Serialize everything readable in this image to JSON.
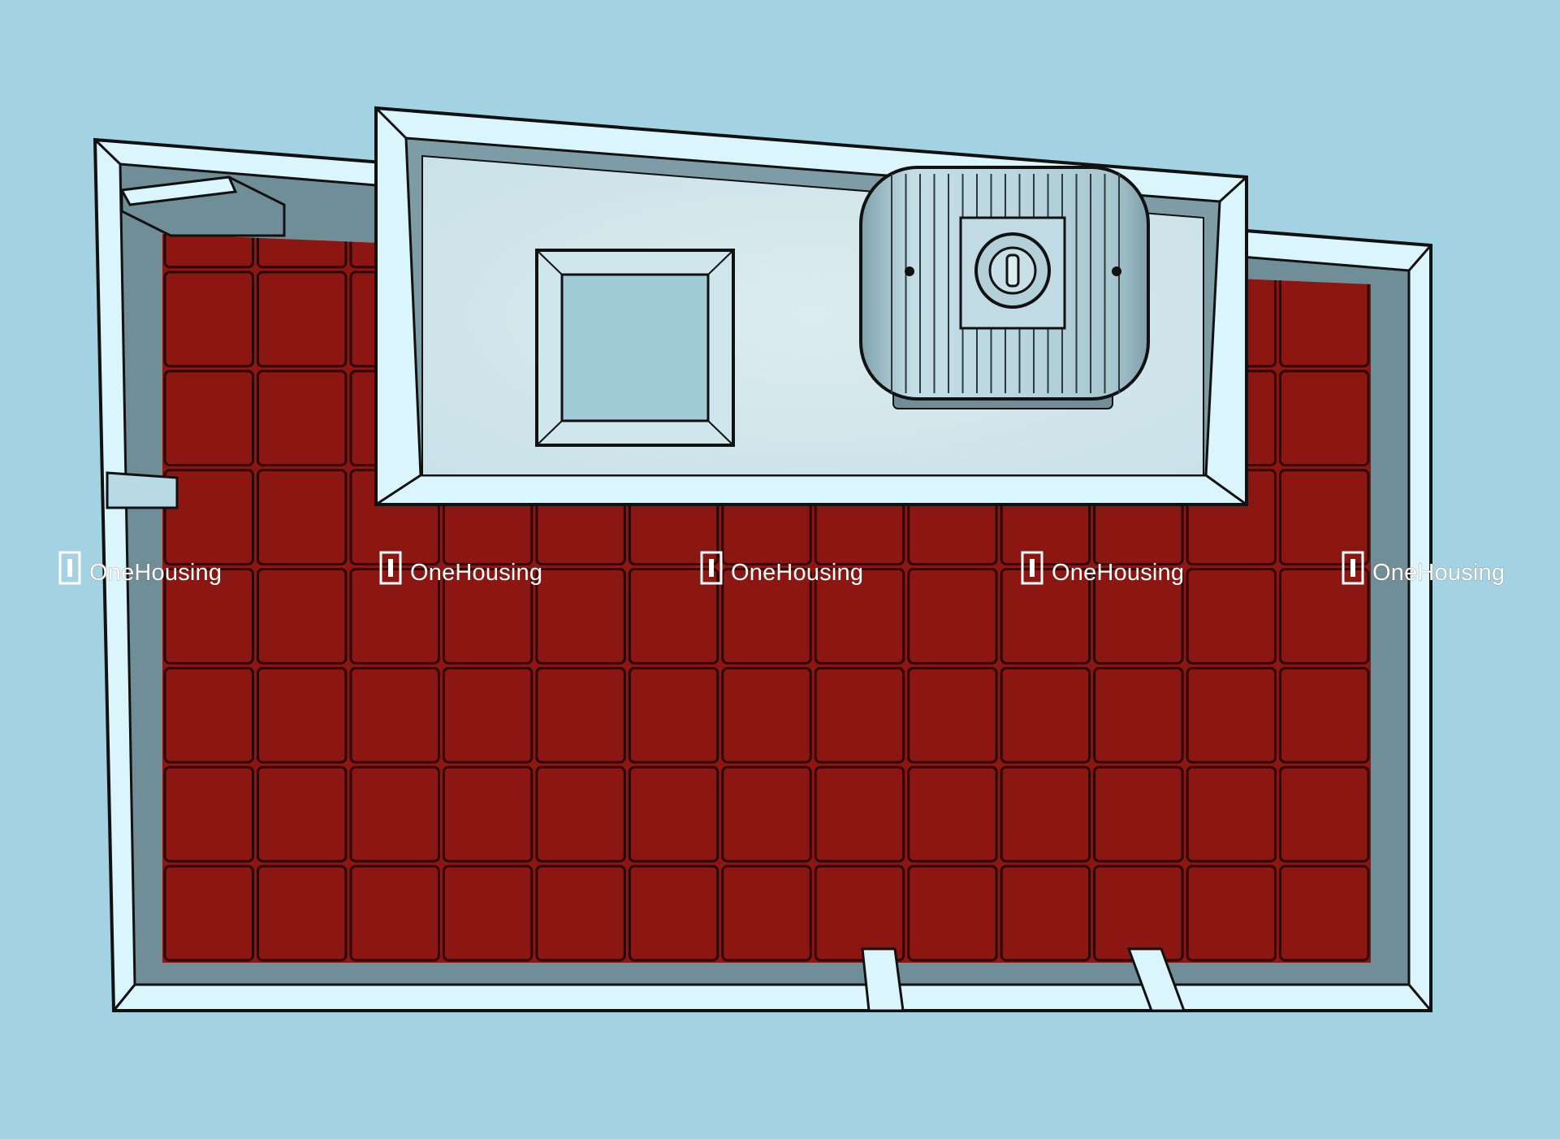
{
  "image": {
    "kind": "3D top-down floor plan render",
    "background_color": "#a3d2e2"
  },
  "colors": {
    "floor_tile": "#8c1712",
    "tile_grout": "#2a0505",
    "wall_top": "#daf5fb",
    "wall_inner_face": "#6f8e97",
    "outline": "#111111",
    "slab_surface": "#d5e9ef",
    "tank_body": "#b6d3dc"
  },
  "floor": {
    "tile_rows": 8,
    "tile_columns": 13
  },
  "fixtures": [
    {
      "name": "square-hatch",
      "description": "square roof access hatch"
    },
    {
      "name": "water-tank",
      "description": "horizontal cylindrical water tank with round lid"
    }
  ],
  "watermark": {
    "text": "OneHousing",
    "repeat": 5
  }
}
